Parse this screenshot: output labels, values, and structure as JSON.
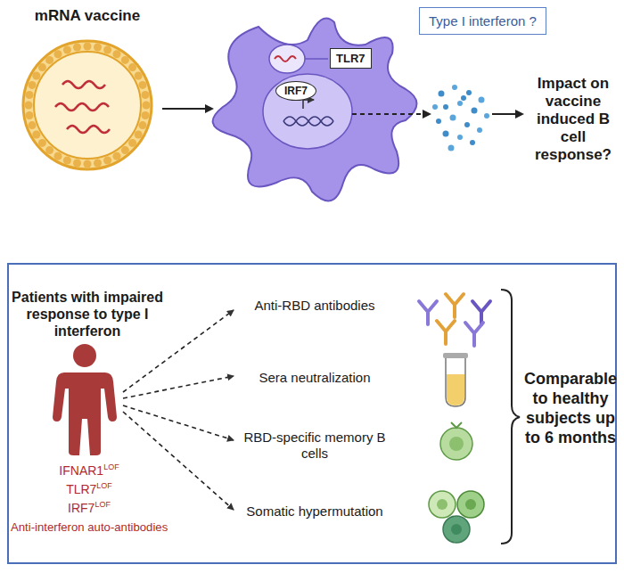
{
  "diagram": {
    "nodes": [
      {
        "text": [
          "Type I interferon ?"
        ]
      },
      {
        "text": [
          "TLR7"
        ]
      },
      {
        "text": [
          "IRF7"
        ]
      },
      {
        "text": [
          "Patients with impaired response to type I interferon",
          "IFNAR1",
          "LOF",
          "TLR7",
          "LOF",
          "IRF7",
          "LOF",
          "Anti-interferon auto-antibodies",
          "Anti-RBD antibodies",
          "Sera neutralization",
          "RBD-specific memory B cells",
          "Somatic hypermutation",
          "Comparable to healthy subjects up to 6 months"
        ]
      }
    ],
    "labels": [
      "mRNA vaccine",
      "Impact on vaccine induced B cell response?"
    ]
  }
}
